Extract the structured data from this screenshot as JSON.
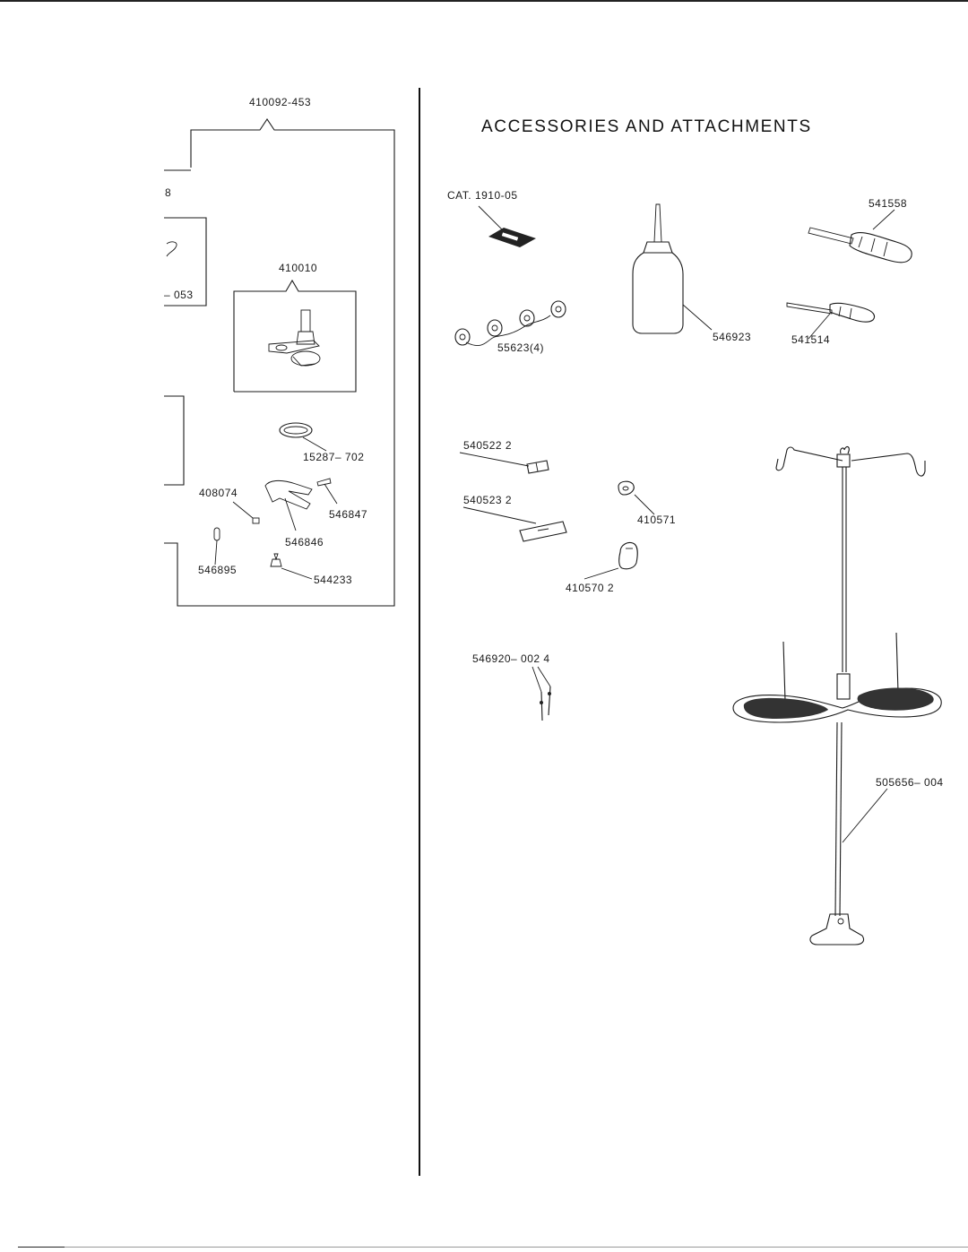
{
  "section_title": "ACCESSORIES AND ATTACHMENTS",
  "left_panel": {
    "assembly_number": "410092-453",
    "edge_number_fragment": "8",
    "edge_part_fragment": "– 053",
    "sub_assembly_number": "410010",
    "parts": {
      "p15287": "15287– 702",
      "p408074": "408074",
      "p546847": "546847",
      "p546846": "546846",
      "p546895": "546895",
      "p544233": "544233"
    }
  },
  "accessories": {
    "cat": "CAT. 1910-05",
    "bobbins": "55623(4)",
    "oiler": "546923",
    "screwdriver_large": "541558",
    "screwdriver_small": "541514",
    "p540522": "540522  2",
    "p540523": "540523  2",
    "p410571": "410571",
    "p410570": "410570  2",
    "needles": "546920– 002  4",
    "thread_stand": "505656– 004"
  }
}
